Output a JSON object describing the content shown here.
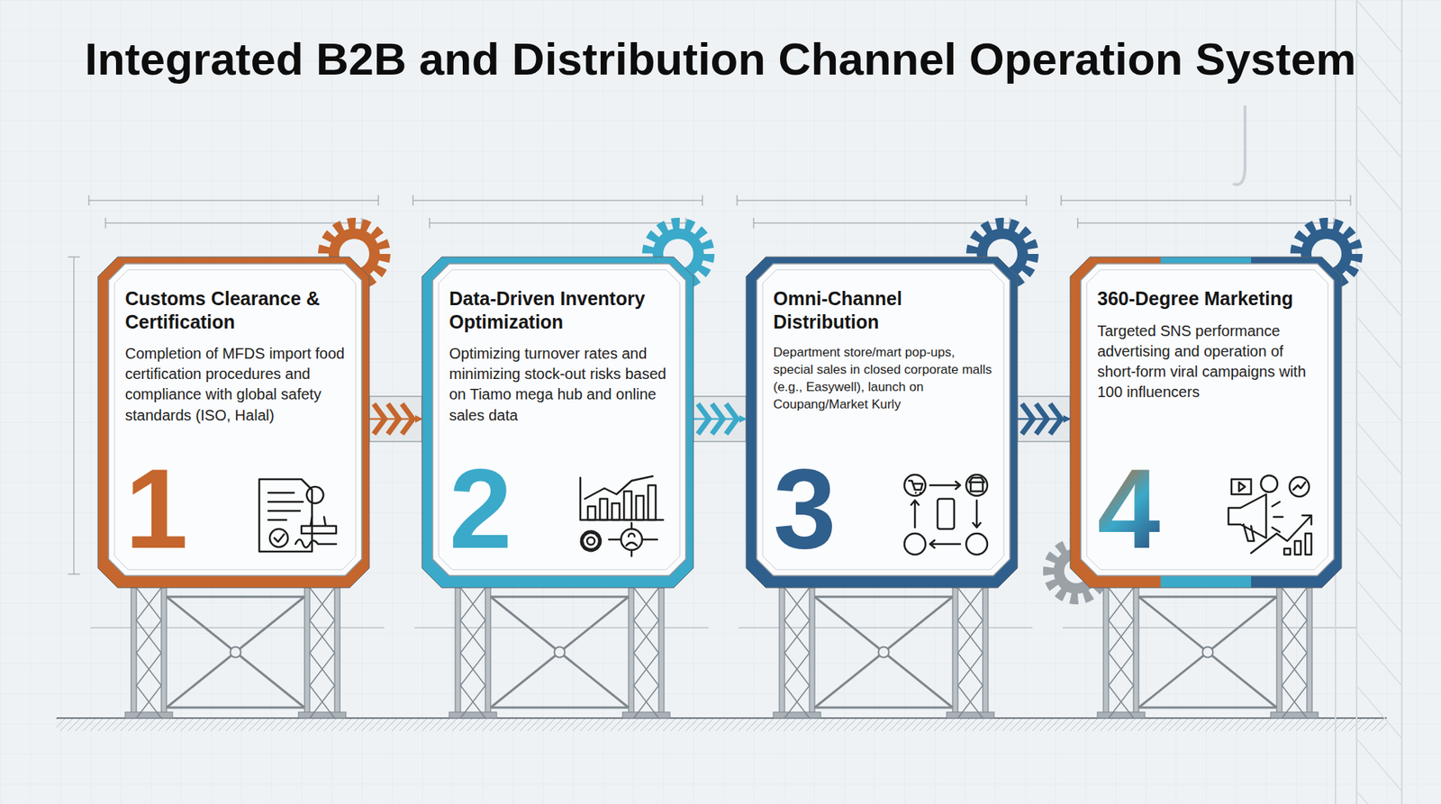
{
  "diagram": {
    "title": "Integrated B2B and Distribution Channel Operation System",
    "nodes": [
      {
        "text": [
          "Customs Clearance & Certification",
          "Completion of MFDS import food certification procedures and compliance with global safety standards (ISO, Halal)",
          "1"
        ]
      },
      {
        "text": [
          "Data-Driven Inventory Optimization",
          "Optimizing turnover rates and minimizing stock-out risks based on Tiamo mega hub and online sales data",
          "2"
        ]
      },
      {
        "text": [
          "Omni-Channel Distribution",
          "Department store/mart pop-ups, special sales in closed corporate malls (e.g., Easywell), launch on Coupang/Market Kurly",
          "3"
        ]
      },
      {
        "text": [
          "360-Degree Marketing",
          "Targeted SNS performance advertising and operation of short-form viral campaigns with 100 influencers",
          "4"
        ]
      }
    ],
    "edges": [
      {
        "from": 0,
        "to": 1,
        "arrow": "to"
      },
      {
        "from": 1,
        "to": 2,
        "arrow": "to"
      },
      {
        "from": 2,
        "to": 3,
        "arrow": "to"
      }
    ]
  }
}
